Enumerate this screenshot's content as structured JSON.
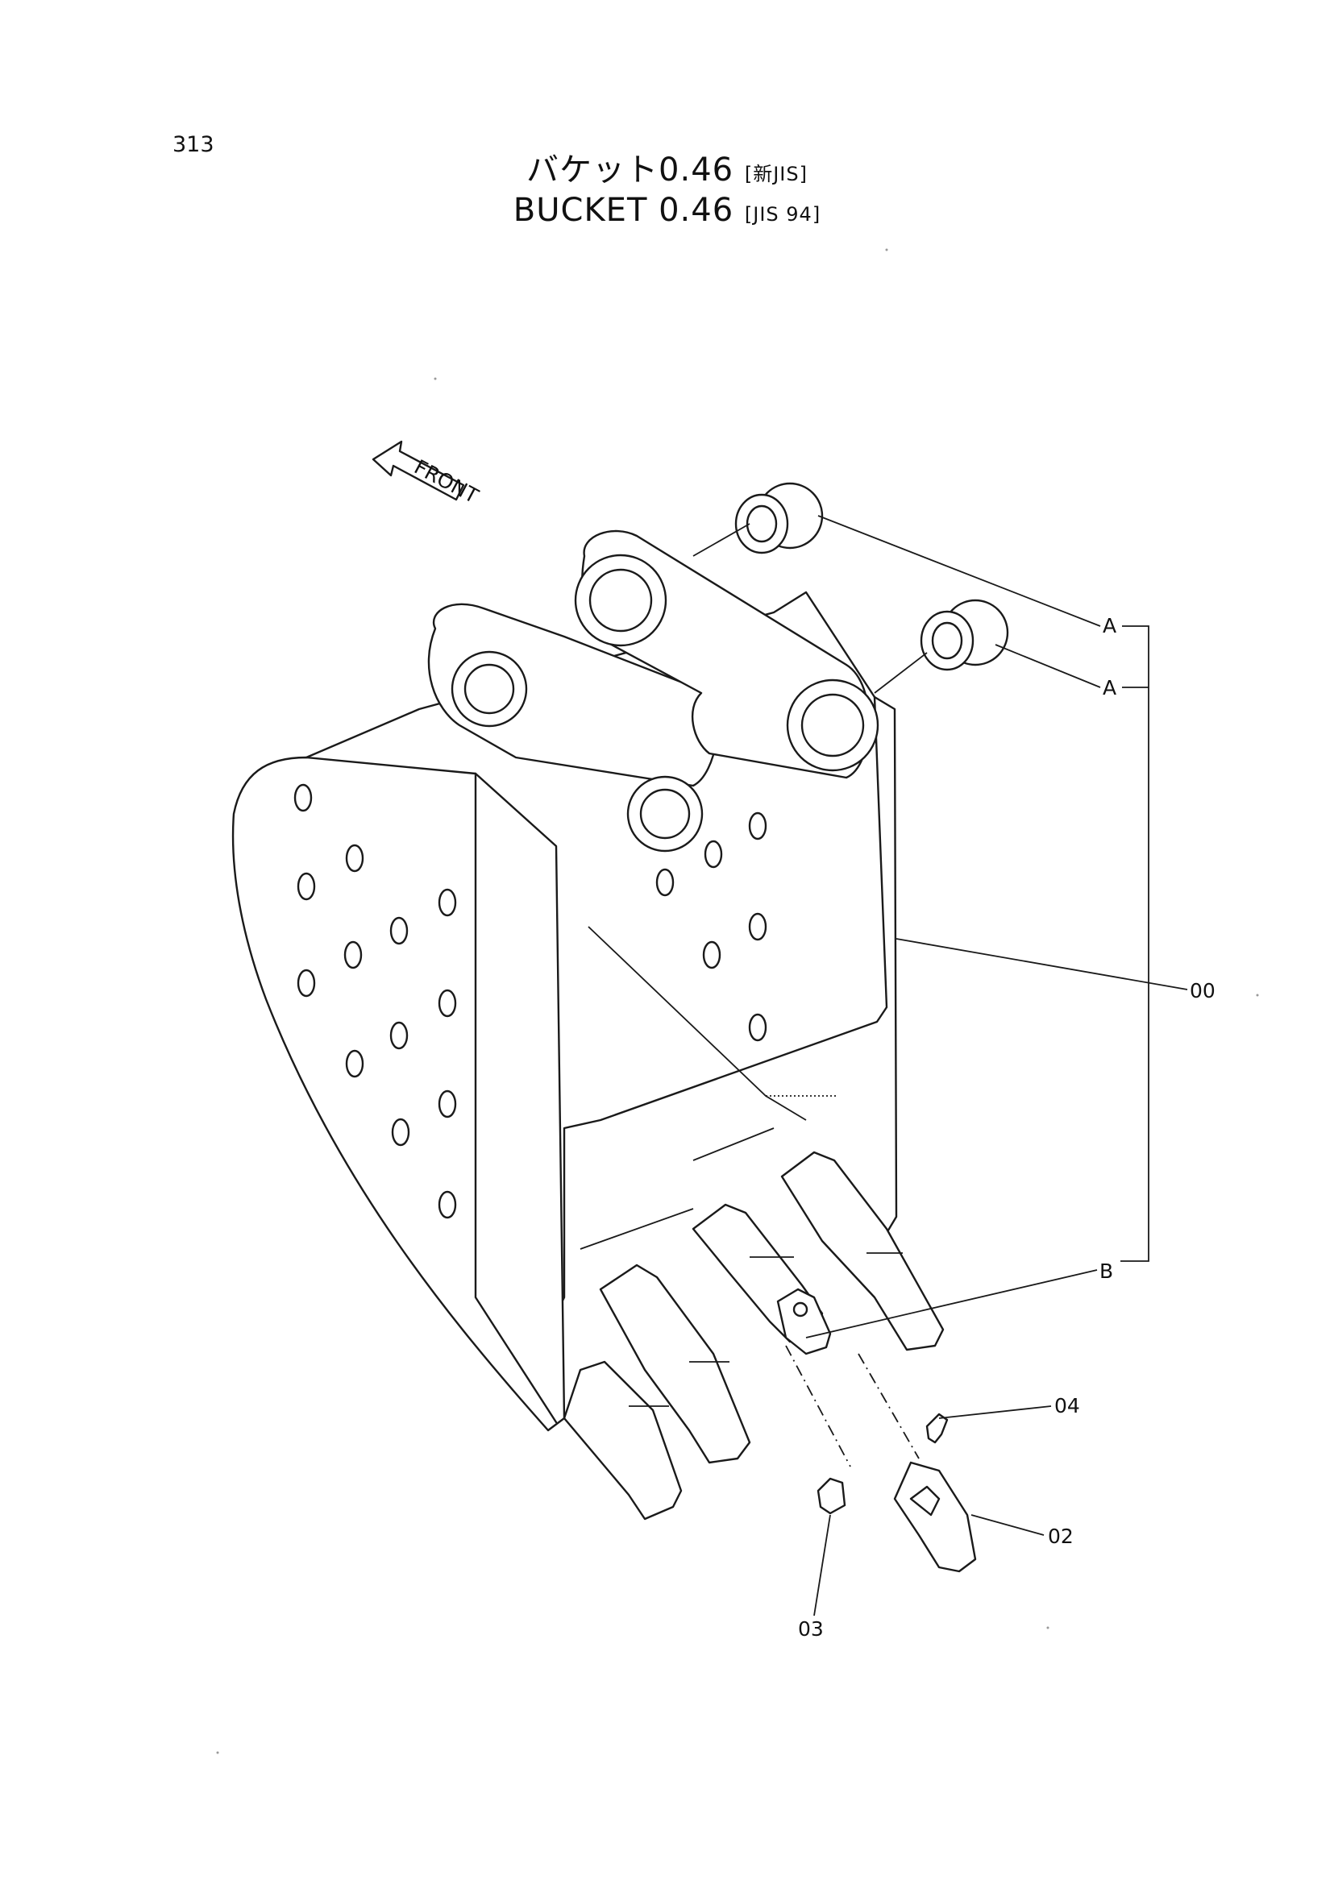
{
  "page_number": "313",
  "title": {
    "jp_main": "バケット0.46",
    "jp_suffix": "[新JIS]",
    "en_main": "BUCKET  0.46",
    "en_suffix": "[JIS 94]"
  },
  "front_label": "FRONT",
  "callouts": {
    "a1": "A",
    "a2": "A",
    "b": "B",
    "p00": "00",
    "p02": "02",
    "p03": "03",
    "p04": "04"
  },
  "colors": {
    "line": "#1a1a1a",
    "paper": "#ffffff"
  }
}
